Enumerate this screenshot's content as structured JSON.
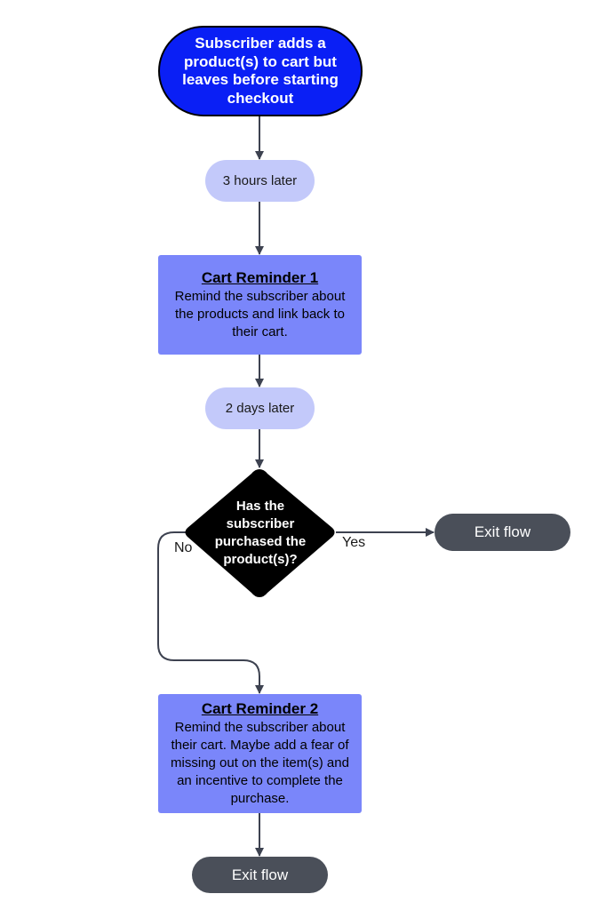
{
  "diagram": {
    "start": "Subscriber adds a product(s) to cart but leaves before starting checkout",
    "delay_1": "3 hours later",
    "reminder_1": {
      "title": "Cart Reminder 1",
      "body": "Remind the subscriber about the products and link back to their cart."
    },
    "delay_2": "2 days later",
    "decision": "Has the subscriber purchased the product(s)?",
    "edge_yes": "Yes",
    "edge_no": "No",
    "exit_1": "Exit flow",
    "reminder_2": {
      "title": "Cart Reminder 2",
      "body": "Remind the subscriber about their cart. Maybe add a fear of missing out on the item(s) and an incentive to complete the purchase."
    },
    "exit_2": "Exit flow"
  },
  "colors": {
    "start_fill": "#0a1ff5",
    "delay_fill": "#c3c9fa",
    "reminder_fill": "#7a86fa",
    "decision_fill": "#000000",
    "exit_fill": "#4a4f59",
    "connector": "#3d4250"
  }
}
